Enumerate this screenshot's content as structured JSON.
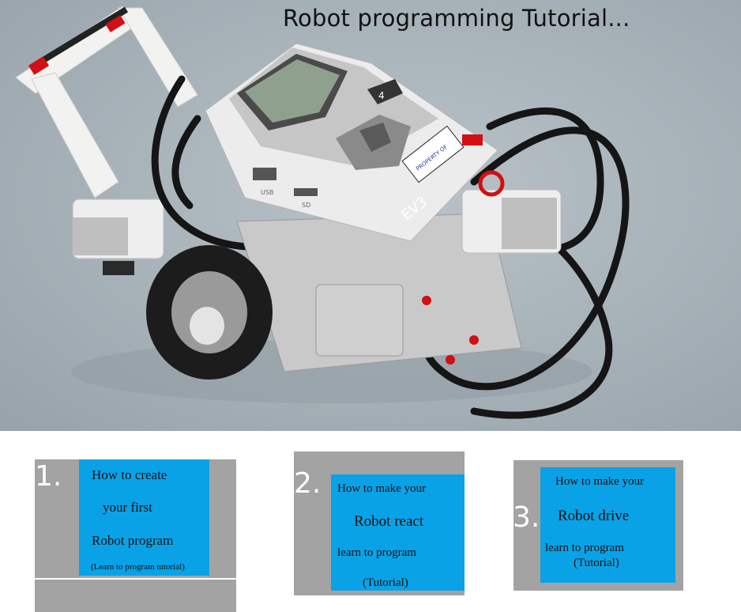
{
  "hero": {
    "title": "Robot programming Tutorial...",
    "brick_port_label": "4",
    "brick_brand_label": "EV3",
    "brick_usb_label": "USB",
    "brick_sd_label": "SD",
    "sticker_text": "PROPERTY OF"
  },
  "tutorials": [
    {
      "number": "1.",
      "lines": [
        "How to create",
        "your first",
        "Robot program",
        "(Learn to program tutorial)"
      ]
    },
    {
      "number": "2.",
      "lines": [
        "How to make your",
        "Robot react",
        "learn to program",
        "(Tutorial)"
      ]
    },
    {
      "number": "3.",
      "lines": [
        "How to make your",
        "Robot drive",
        "learn to program",
        "(Tutorial)"
      ]
    }
  ],
  "colors": {
    "card_blue": "#0aa2e6",
    "card_gray": "#a3a3a3",
    "lego_red": "#d01012"
  }
}
